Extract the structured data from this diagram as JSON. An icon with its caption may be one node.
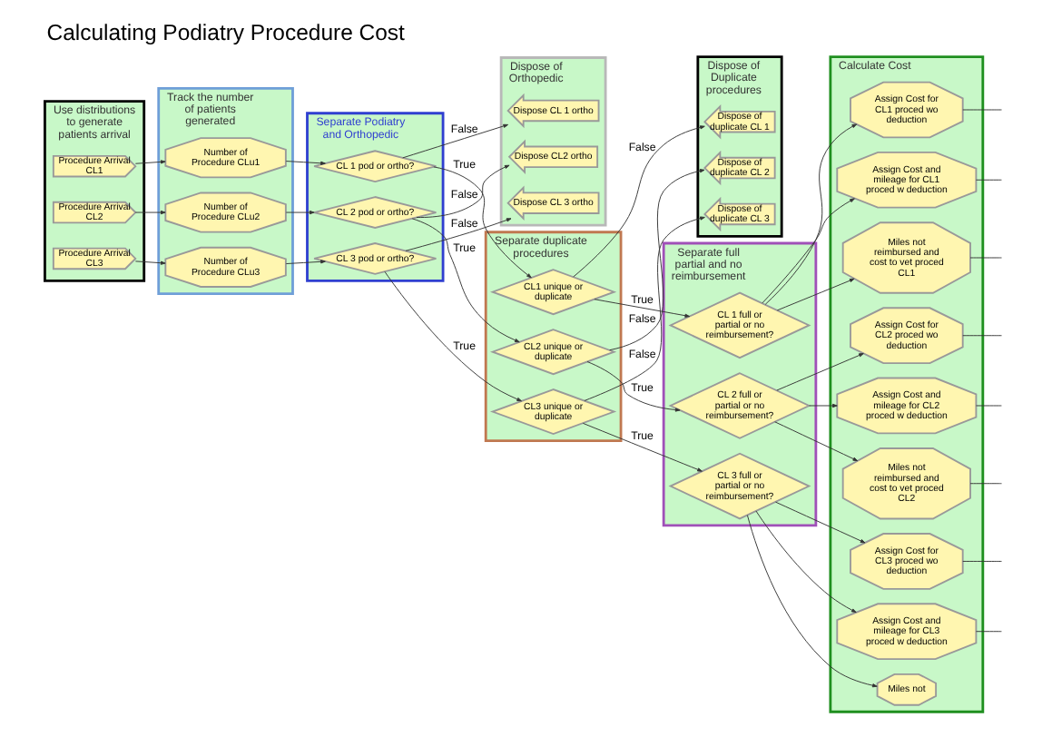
{
  "diagram": {
    "title": "Calculating Podiatry Procedure Cost",
    "nodes": [
      {
        "text": [
          "Use distributions to generate patients arrival"
        ]
      },
      {
        "text": [
          "Track the number of patients generated"
        ]
      },
      {
        "text": [
          "Separate Podiatry and Orthopedic"
        ]
      },
      {
        "text": [
          "Dispose of Orthopedic"
        ]
      },
      {
        "text": [
          "Separate duplicate procedures"
        ]
      },
      {
        "text": [
          "Dispose of Duplicate procedures"
        ]
      },
      {
        "text": [
          "Separate full partial and no reimbursement"
        ]
      },
      {
        "text": [
          "Calculate Cost"
        ]
      },
      {
        "text": [
          "Procedure Arrival CL1"
        ],
        "in": 0
      },
      {
        "text": [
          "Procedure Arrival CL2"
        ],
        "in": 0
      },
      {
        "text": [
          "Procedure Arrival CL3"
        ],
        "in": 0
      },
      {
        "text": [
          "Number of Procedure CLu1"
        ],
        "in": 1
      },
      {
        "text": [
          "Number of Procedure CLu2"
        ],
        "in": 1
      },
      {
        "text": [
          "Number of Procedure CLu3"
        ],
        "in": 1
      },
      {
        "text": [
          "CL 1 pod or ortho?"
        ],
        "in": 2
      },
      {
        "text": [
          "CL 2 pod or ortho?"
        ],
        "in": 2
      },
      {
        "text": [
          "CL 3 pod or ortho?"
        ],
        "in": 2
      },
      {
        "text": [
          "Dispose CL 1 ortho"
        ],
        "in": 3
      },
      {
        "text": [
          "Dispose CL2 ortho"
        ],
        "in": 3
      },
      {
        "text": [
          "Dispose CL 3 ortho"
        ],
        "in": 3
      },
      {
        "text": [
          "CL1 unique or duplicate"
        ],
        "in": 4
      },
      {
        "text": [
          "CL2 unique or duplicate"
        ],
        "in": 4
      },
      {
        "text": [
          "CL3 unique or duplicate"
        ],
        "in": 4
      },
      {
        "text": [
          "Dispose of duplicate CL 1"
        ],
        "in": 5
      },
      {
        "text": [
          "Dispose of duplicate CL 2"
        ],
        "in": 5
      },
      {
        "text": [
          "Dispose of duplicate CL 3"
        ],
        "in": 5
      },
      {
        "text": [
          "CL 1 full or partial or no reimbursement?"
        ],
        "in": 6
      },
      {
        "text": [
          "CL 2 full or partial or no reimbursement?"
        ],
        "in": 6
      },
      {
        "text": [
          "CL 3 full or partial or no reimbursement?"
        ],
        "in": 6
      },
      {
        "text": [
          "Assign Cost for CL1 proced wo deduction"
        ],
        "in": 7
      },
      {
        "text": [
          "Assign Cost and mileage for CL1 proced w deduction"
        ],
        "in": 7
      },
      {
        "text": [
          "Miles not reimbursed and cost to vet proced CL1"
        ],
        "in": 7
      },
      {
        "text": [
          "Assign Cost for CL2 proced wo deduction"
        ],
        "in": 7
      },
      {
        "text": [
          "Assign Cost and mileage for CL2 proced w deduction"
        ],
        "in": 7
      },
      {
        "text": [
          "Miles not reimbursed and cost to vet proced CL2"
        ],
        "in": 7
      },
      {
        "text": [
          "Assign Cost for CL3 proced wo deduction"
        ],
        "in": 7
      },
      {
        "text": [
          "Assign Cost and mileage for CL3 proced w deduction"
        ],
        "in": 7
      },
      {
        "text": [
          "Miles not"
        ],
        "in": 7
      }
    ],
    "edges": [
      {
        "from": 8,
        "to": 11,
        "arrow": "to"
      },
      {
        "from": 11,
        "to": 14,
        "arrow": "to"
      },
      {
        "from": 14,
        "to": 20,
        "arrow": "to",
        "label": "True"
      },
      {
        "from": 14,
        "to": 17,
        "arrow": "to",
        "label": "False"
      },
      {
        "from": 20,
        "to": 26,
        "arrow": "to",
        "label": "True"
      },
      {
        "from": 20,
        "to": 23,
        "arrow": "to",
        "label": "False"
      },
      {
        "from": 26,
        "to": 29,
        "arrow": "to"
      },
      {
        "from": 26,
        "to": 30,
        "arrow": "to"
      },
      {
        "from": 26,
        "to": 31,
        "arrow": "to"
      },
      {
        "from": 9,
        "to": 12,
        "arrow": "to"
      },
      {
        "from": 12,
        "to": 15,
        "arrow": "to"
      },
      {
        "from": 15,
        "to": 21,
        "arrow": "to",
        "label": "True"
      },
      {
        "from": 15,
        "to": 18,
        "arrow": "to",
        "label": "False"
      },
      {
        "from": 21,
        "to": 27,
        "arrow": "to",
        "label": "True"
      },
      {
        "from": 21,
        "to": 24,
        "arrow": "to",
        "label": "False"
      },
      {
        "from": 27,
        "to": 32,
        "arrow": "to"
      },
      {
        "from": 27,
        "to": 33,
        "arrow": "to"
      },
      {
        "from": 27,
        "to": 34,
        "arrow": "to"
      },
      {
        "from": 10,
        "to": 13,
        "arrow": "to"
      },
      {
        "from": 13,
        "to": 16,
        "arrow": "to"
      },
      {
        "from": 16,
        "to": 22,
        "arrow": "to",
        "label": "True"
      },
      {
        "from": 16,
        "to": 19,
        "arrow": "to",
        "label": "False"
      },
      {
        "from": 22,
        "to": 28,
        "arrow": "to",
        "label": "True"
      },
      {
        "from": 22,
        "to": 25,
        "arrow": "to",
        "label": "False"
      },
      {
        "from": 28,
        "to": 35,
        "arrow": "to"
      },
      {
        "from": 28,
        "to": 36,
        "arrow": "to"
      },
      {
        "from": 28,
        "to": 37,
        "arrow": "to"
      },
      {
        "from": 29,
        "to": null,
        "arrow": "none"
      },
      {
        "from": 30,
        "to": null,
        "arrow": "none"
      },
      {
        "from": 31,
        "to": null,
        "arrow": "none"
      },
      {
        "from": 32,
        "to": null,
        "arrow": "none"
      },
      {
        "from": 33,
        "to": null,
        "arrow": "none"
      },
      {
        "from": 34,
        "to": null,
        "arrow": "none"
      },
      {
        "from": 35,
        "to": null,
        "arrow": "none"
      },
      {
        "from": 36,
        "to": null,
        "arrow": "none"
      }
    ]
  }
}
